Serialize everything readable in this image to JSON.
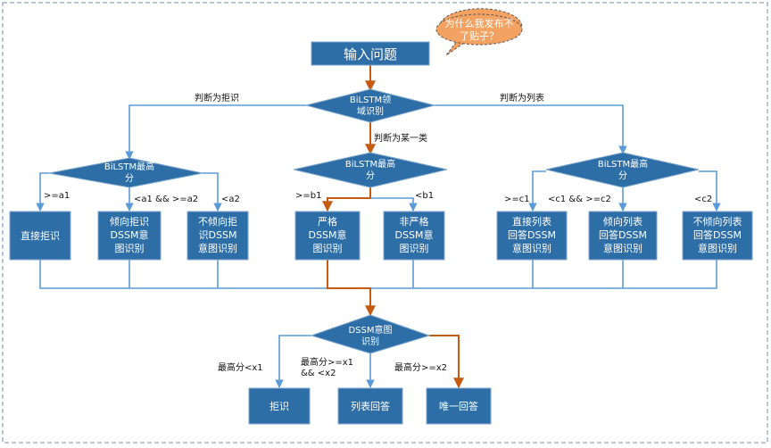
{
  "diagram": {
    "start": "输入问题",
    "callout": [
      "为什么我发布不",
      "了贴子？"
    ],
    "domain_decision": [
      "BiLSTM领",
      "域识别"
    ],
    "branch_left": "判断为拒识",
    "branch_mid": "判断为某一类",
    "branch_right": "判断为列表",
    "left_decision": [
      "BiLSTM最高",
      "分"
    ],
    "mid_decision": [
      "BiLSTM最高",
      "分"
    ],
    "right_decision": [
      "BiLSTM最高",
      "分"
    ],
    "left_cond_1": ">=a1",
    "left_cond_2": "<a1 && >=a2",
    "left_cond_3": "<a2",
    "mid_cond_1": ">=b1",
    "mid_cond_2": "<b1",
    "right_cond_1": ">=c1",
    "right_cond_2": "<c1 && >=c2",
    "right_cond_3": "<c2",
    "box_reject": [
      "直接拒识"
    ],
    "box_lean_reject": [
      "倾向拒识",
      "DSSM意",
      "图识别"
    ],
    "box_no_lean_reject": [
      "不倾向拒",
      "识DSSM",
      "意图识别"
    ],
    "box_strict": [
      "严格",
      "DSSM意",
      "图识别"
    ],
    "box_non_strict": [
      "非严格",
      "DSSM意",
      "图识别"
    ],
    "box_direct_list": [
      "直接列表",
      "回答DSSM",
      "意图识别"
    ],
    "box_lean_list": [
      "倾向列表",
      "回答DSSM",
      "意图识别"
    ],
    "box_no_lean_list": [
      "不倾向列表",
      "回答DSSM",
      "意图识别"
    ],
    "final_decision": [
      "DSSM意图",
      "识别"
    ],
    "final_cond_1": "最高分<x1",
    "final_cond_2": [
      "最高分>=x1",
      "&& <x2"
    ],
    "final_cond_3": "最高分>=x2",
    "out_reject": "拒识",
    "out_list": "列表回答",
    "out_unique": "唯一回答"
  },
  "colors": {
    "process_fill": "#2e6ea6",
    "connector": "#5b9bd5",
    "highlight_path": "#c55a11",
    "callout_fill": "#f4a261"
  }
}
